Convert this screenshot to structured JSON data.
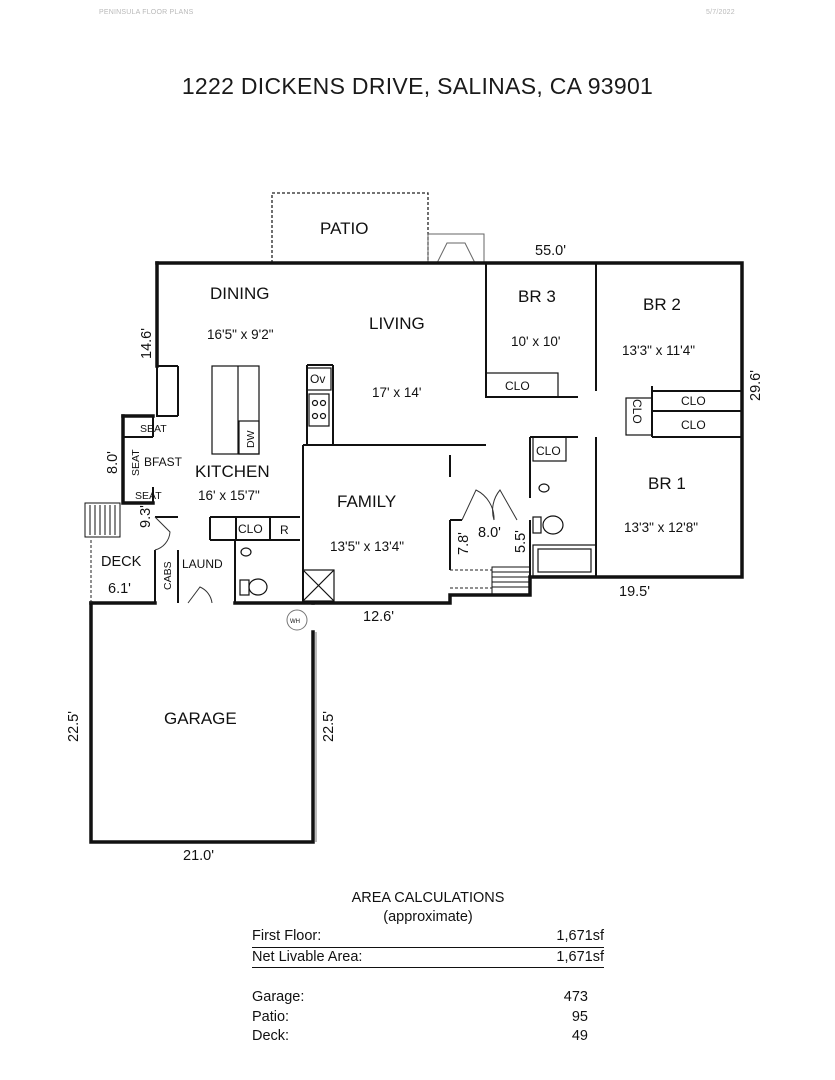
{
  "header": {
    "left": "PENINSULA FLOOR PLANS",
    "right": "5/7/2022"
  },
  "title": "1222 DICKENS DRIVE, SALINAS, CA  93901",
  "rooms": {
    "patio": "PATIO",
    "dining": "DINING",
    "dining_size": "16'5\" x 9'2\"",
    "living": "LIVING",
    "living_size": "17' x 14'",
    "kitchen": "KITCHEN",
    "kitchen_size": "16' x 15'7\"",
    "family": "FAMILY",
    "family_size": "13'5\" x 13'4\"",
    "br3": "BR 3",
    "br3_size": "10' x 10'",
    "br2": "BR 2",
    "br2_size": "13'3\" x 11'4\"",
    "br1": "BR 1",
    "br1_size": "13'3\" x 12'8\"",
    "garage": "GARAGE",
    "deck": "DECK",
    "laund": "LAUND",
    "cabs": "CABS",
    "bfast": "BFAST",
    "seat": "SEAT",
    "clo": "CLO",
    "ov": "Ov",
    "dw": "DW",
    "r": "R",
    "wh": "WH"
  },
  "measurements": {
    "top": "55.0'",
    "left_upper": "14.6'",
    "left_mid": "8.0'",
    "left_lower": "9.3'",
    "deck": "6.1'",
    "right": "29.6'",
    "bottom_right": "19.5'",
    "garage_top": "12.6'",
    "garage_left": "22.5'",
    "garage_right": "22.5'",
    "garage_bottom": "21.0'",
    "hall_width": "8.0'",
    "hall_left": "7.8'",
    "hall_right": "5.5'"
  },
  "area": {
    "heading": "AREA CALCULATIONS",
    "subheading": "(approximate)",
    "rows": [
      {
        "label": "First  Floor:",
        "value": "1,671sf"
      },
      {
        "label": "Net Livable Area:",
        "value": "1,671sf"
      },
      {
        "label": "Garage:",
        "value": "473"
      },
      {
        "label": "Patio:",
        "value": "95"
      },
      {
        "label": "Deck:",
        "value": "49"
      }
    ]
  }
}
